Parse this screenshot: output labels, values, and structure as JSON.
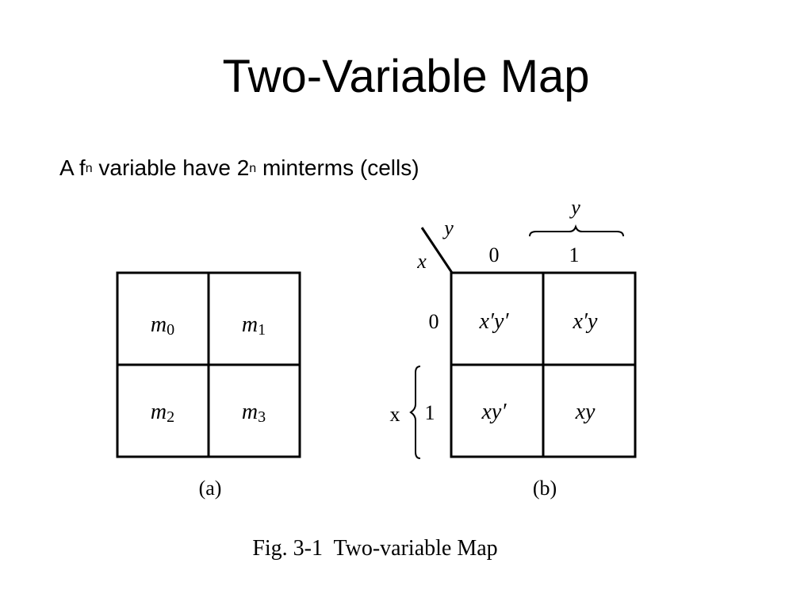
{
  "slide": {
    "title": "Two-Variable Map",
    "bullet": {
      "part1": "A f",
      "sup1": "n",
      "part2": " variable have 2",
      "sup2": "n",
      "part3": " minterms (cells)"
    }
  },
  "figure": {
    "map_a": {
      "cells": [
        {
          "base": "m",
          "sub": "0"
        },
        {
          "base": "m",
          "sub": "1"
        },
        {
          "base": "m",
          "sub": "2"
        },
        {
          "base": "m",
          "sub": "3"
        }
      ],
      "label": "(a)"
    },
    "map_b": {
      "corner_row_var": "x",
      "corner_col_var": "y",
      "col_brace_label": "y",
      "row_brace_label": "x",
      "col_headers": [
        "0",
        "1"
      ],
      "row_headers": [
        "0",
        "1"
      ],
      "cells": [
        "x′y′",
        "x′y",
        "xy′",
        "xy"
      ],
      "label": "(b)"
    },
    "caption": "Fig. 3-1  Two-variable Map"
  }
}
